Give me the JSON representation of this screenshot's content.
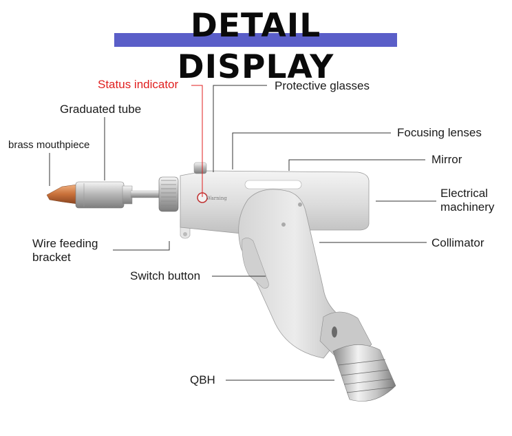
{
  "title": "DETAIL DISPLAY",
  "colors": {
    "title_bar": "#5a5ec8",
    "status_label": "#e01e1e",
    "leader_line": "#333333",
    "status_line": "#e01e1e",
    "nozzle_tip": "#d07a3a",
    "green_ring": "#3fbf6a"
  },
  "device": {
    "engraving": "Warning"
  },
  "labels": {
    "status_indicator": "Status indicator",
    "protective_glasses": "Protective glasses",
    "graduated_tube": "Graduated tube",
    "focusing_lenses": "Focusing lenses",
    "brass_mouthpiece": "brass mouthpiece",
    "mirror": "Mirror",
    "electrical_line1": "Electrical",
    "electrical_line2": "machinery",
    "wire_feeding_line1": "Wire feeding",
    "wire_feeding_line2": "bracket",
    "collimator": "Collimator",
    "switch_button": "Switch button",
    "qbh": "QBH"
  }
}
